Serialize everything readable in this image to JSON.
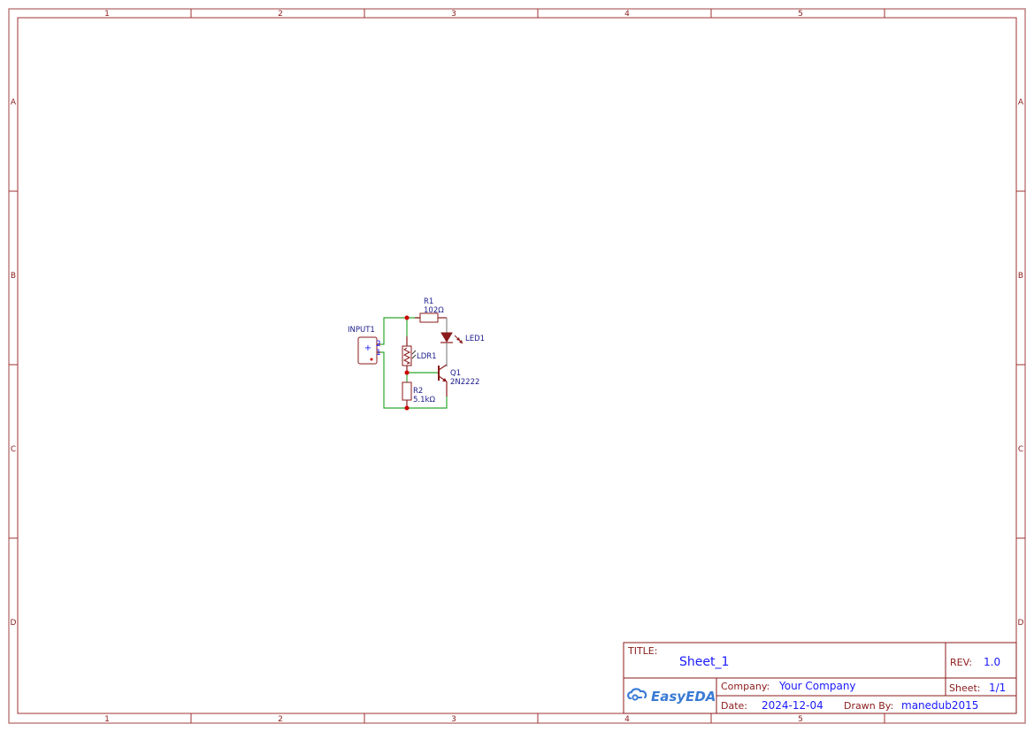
{
  "sheet": {
    "columns": [
      "1",
      "2",
      "3",
      "4",
      "5"
    ],
    "rows": [
      "A",
      "B",
      "C",
      "D"
    ]
  },
  "title_block": {
    "title_label": "TITLE:",
    "title_value": "Sheet_1",
    "rev_label": "REV:",
    "rev_value": "1.0",
    "logo": "EasyEDA",
    "company_label": "Company:",
    "company_value": "Your Company",
    "sheet_label": "Sheet:",
    "sheet_value": "1/1",
    "date_label": "Date:",
    "date_value": "2024-12-04",
    "drawn_by_label": "Drawn By:",
    "drawn_by_value": "manedub2015"
  },
  "components": {
    "input1": {
      "ref": "INPUT1",
      "plus": "+",
      "pin2": "2",
      "pin1": "1"
    },
    "r1": {
      "ref": "R1",
      "value": "102Ω"
    },
    "led1": {
      "ref": "LED1"
    },
    "ldr1": {
      "ref": "LDR1"
    },
    "q1": {
      "ref": "Q1",
      "value": "2N2222"
    },
    "r2": {
      "ref": "R2",
      "value": "5.1kΩ"
    }
  },
  "colors": {
    "frame": "#a03030",
    "wire": "#2ea82e",
    "component": "#8b1a1a",
    "text_value": "#1a1aff",
    "junction": "#cc0000"
  }
}
